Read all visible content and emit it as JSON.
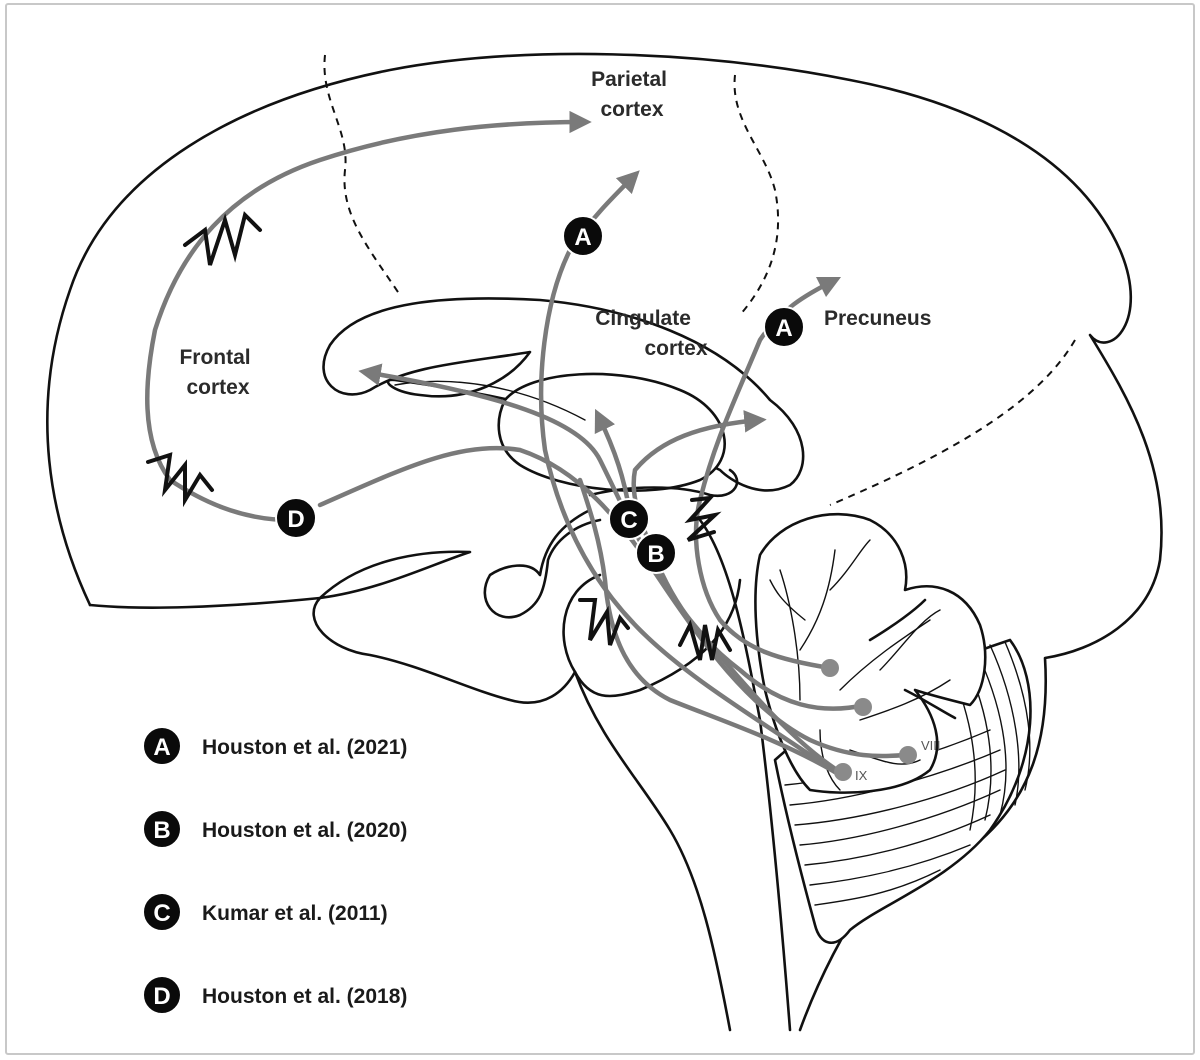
{
  "regions": {
    "parietal": [
      "Parietal",
      "cortex"
    ],
    "cingulate": [
      "Cingulate",
      "cortex"
    ],
    "frontal": [
      "Frontal",
      "cortex"
    ],
    "precuneus": "Precuneus"
  },
  "lobules": {
    "viii": "VIII",
    "ix": "IX"
  },
  "badges": {
    "a": "A",
    "b": "B",
    "c": "C",
    "d": "D"
  },
  "legend": [
    {
      "key": "A",
      "text": "Houston et al. (2021)"
    },
    {
      "key": "B",
      "text": "Houston et al. (2020)"
    },
    {
      "key": "C",
      "text": "Kumar et al. (2011)"
    },
    {
      "key": "D",
      "text": "Houston et al. (2018)"
    }
  ],
  "colors": {
    "pathway": "#7a7a7a",
    "outline": "#111111",
    "badge": "#0a0a0a"
  }
}
